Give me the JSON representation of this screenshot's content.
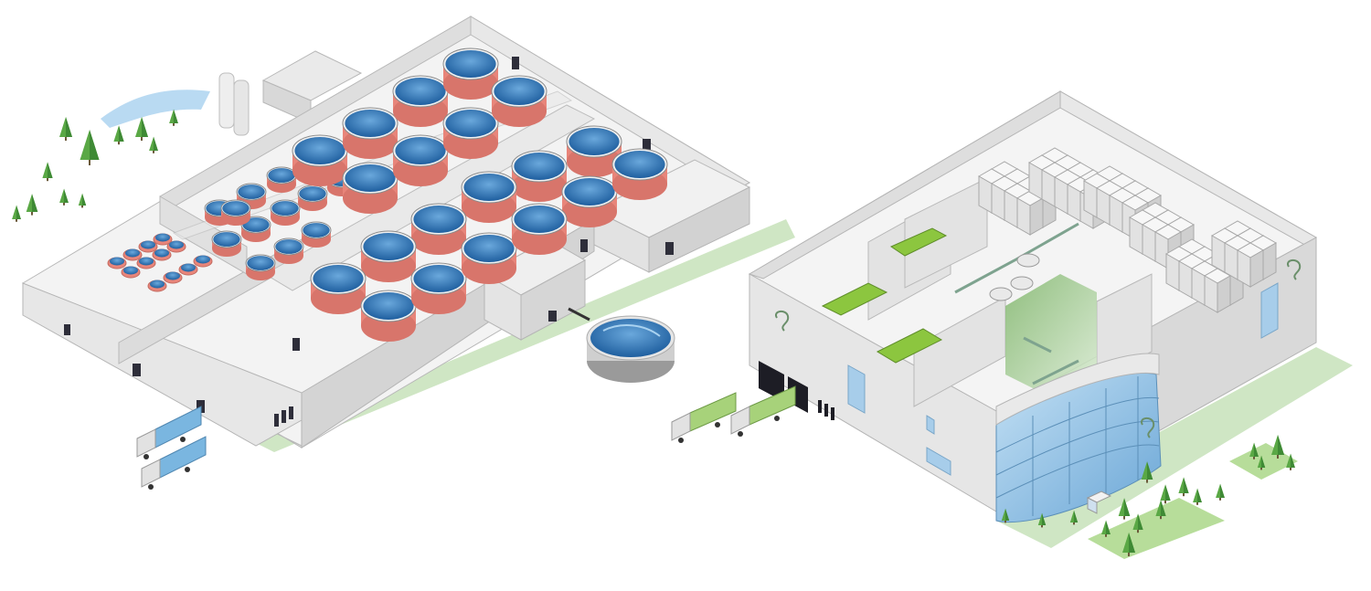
{
  "palette": {
    "wall_light": "#f1f1f1",
    "wall_mid": "#dcdcdc",
    "wall_dark": "#c4c4c4",
    "floor": "#f6f6f6",
    "tank_red": "#e8857a",
    "tank_water": "#2f73b5",
    "tank_water_light": "#6aa8dc",
    "greenery": "#8cc63f",
    "tree": "#5aa845",
    "tree_dark": "#3f8a35",
    "shadow_green": "#cfe6c4",
    "glass": "#8fc3e8",
    "truck_blue": "#7ab6e0",
    "truck_green": "#a7d27a",
    "snow_blue": "#b9daf2"
  },
  "icons": {
    "logo_mark": "swirl-logo",
    "tree": "conifer-tree",
    "truck": "semi-truck"
  }
}
